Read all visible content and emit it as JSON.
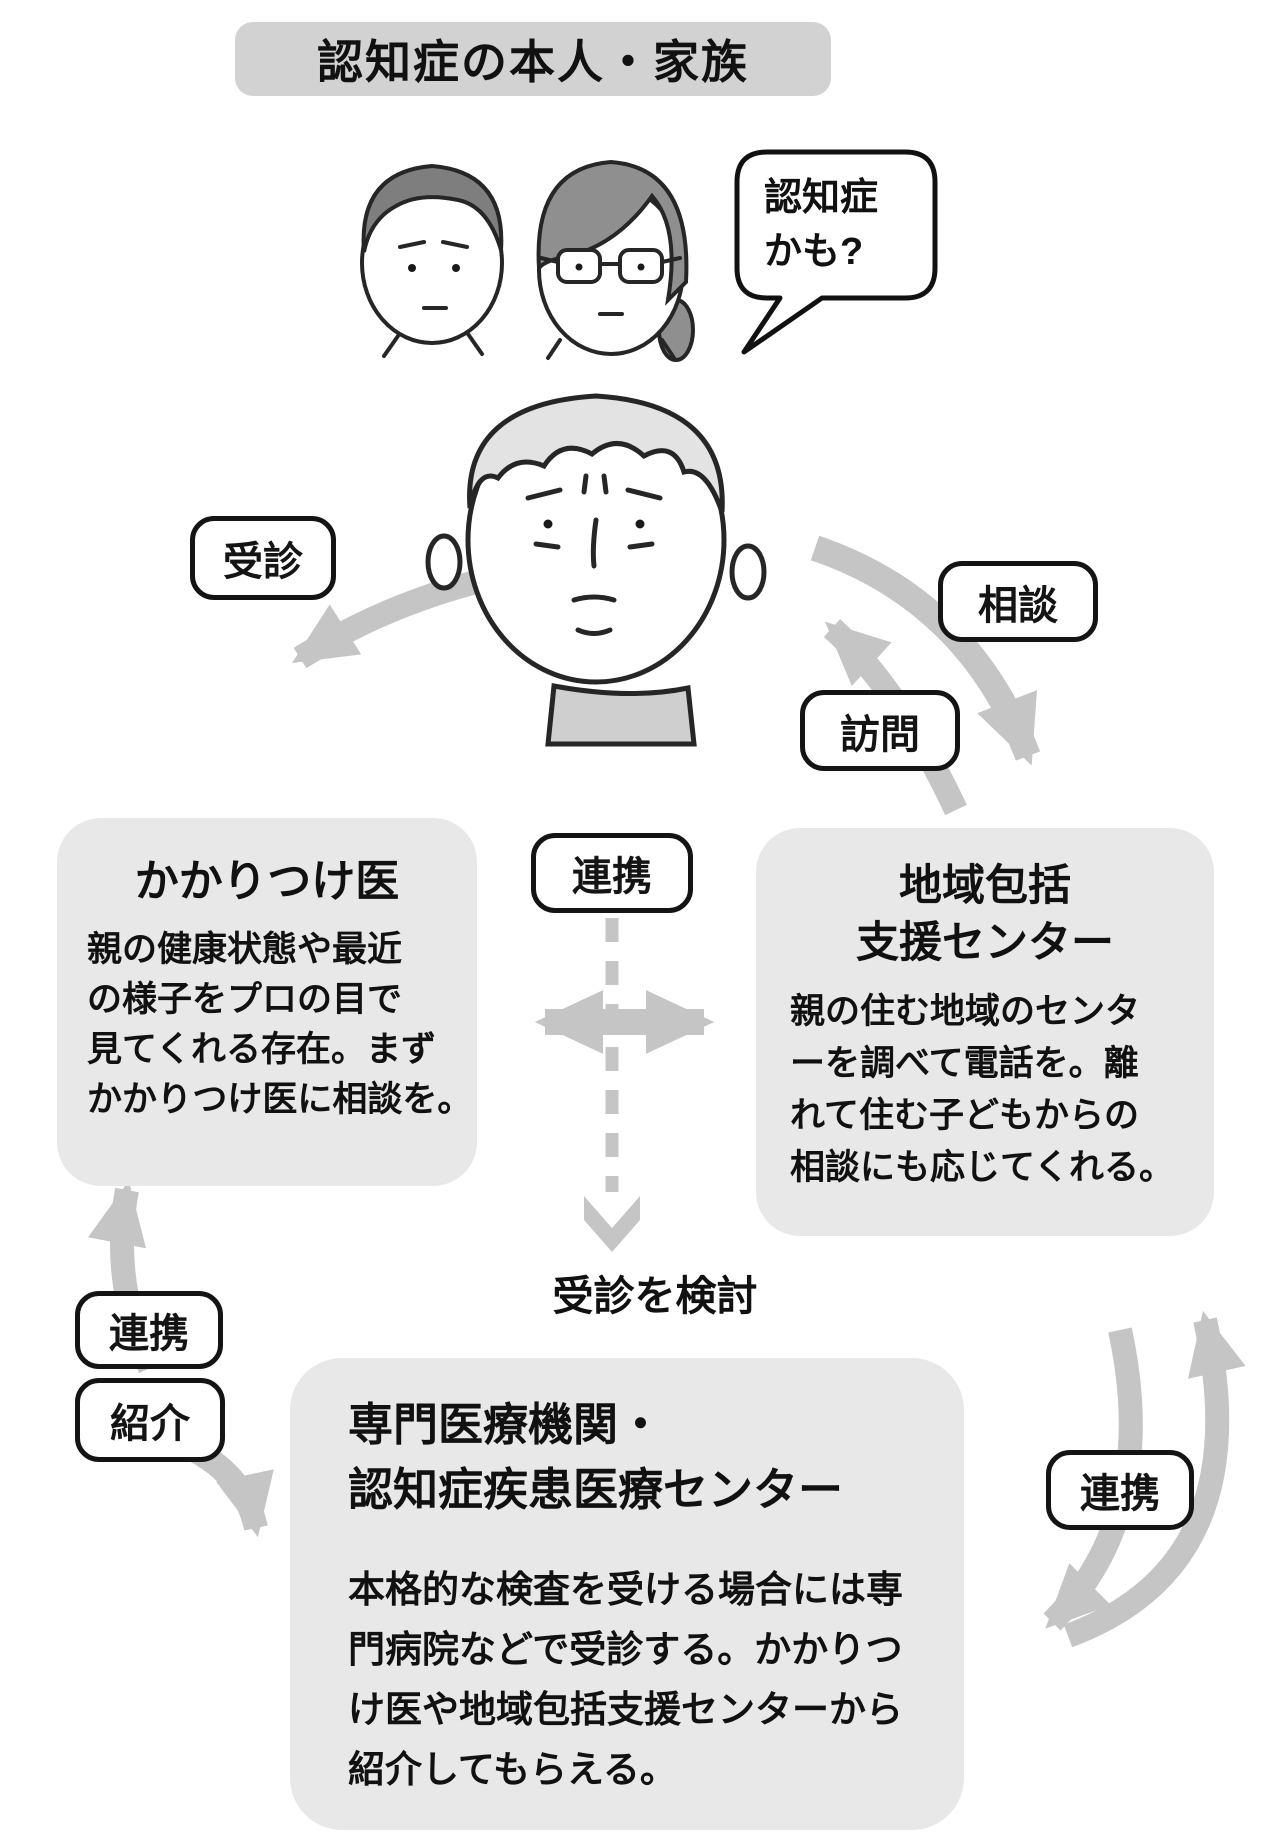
{
  "diagram": {
    "banner": "認知症の本人・家族",
    "speech_bubble": {
      "line1": "認知症",
      "line2": "かも?"
    },
    "pills": {
      "jushin": "受診",
      "sodan": "相談",
      "homon": "訪問",
      "renkei_center": "連携",
      "renkei_left": "連携",
      "shokai": "紹介",
      "renkei_right": "連携"
    },
    "consider_label": "受診を検討",
    "boxes": {
      "family_doctor": {
        "title": "かかりつけ医",
        "body_lines": [
          "親の健康状態や最近",
          "の様子をプロの目で",
          "見てくれる存在。まず",
          "かかりつけ医に相談を。"
        ]
      },
      "community_center": {
        "title_lines": [
          "地域包括",
          "支援センター"
        ],
        "body_lines": [
          "親の住む地域のセンタ",
          "ーを調べて電話を。離",
          "れて住む子どもからの",
          "相談にも応じてくれる。"
        ]
      },
      "specialist": {
        "title_lines": [
          "専門医療機関・",
          "認知症疾患医療センター"
        ],
        "body_lines": [
          "本格的な検査を受ける場合には専",
          "門病院などで受診する。かかりつ",
          "け医や地域包括支援センターから",
          "紹介してもらえる。"
        ]
      }
    },
    "colors": {
      "arrow_gray": "#c5c5c5",
      "box_gray": "#e8e8e8",
      "banner_gray": "#d2d2d2",
      "ink": "#141414",
      "hair_dark": "#7e7e7e",
      "hair_mid": "#8f8f8f",
      "hair_elder": "#e3e3e3"
    }
  }
}
